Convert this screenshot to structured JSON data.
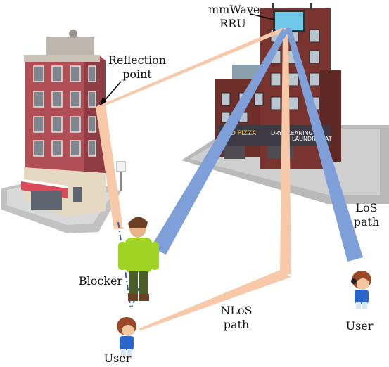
{
  "labels": {
    "rru_line1": "mmWave",
    "rru_line2": "RRU",
    "reflection_line1": "Reflection",
    "reflection_line2": "point",
    "los_line1": "LoS",
    "los_line2": "path",
    "nlos_line1": "NLoS",
    "nlos_line2": "path",
    "blocker": "Blocker",
    "user_left": "User",
    "user_right": "User"
  },
  "colors": {
    "los_beam": "#7f9fd8",
    "nlos_beam": "#f7c9a8",
    "brick": "#8c3b33",
    "brick_light": "#b9565a",
    "pavement": "#c9c9c9",
    "blocker_jacket": "#9fd424",
    "user_shirt": "#2a66c9"
  },
  "icons": [
    "rru-antenna-icon",
    "reflection-arrow-icon",
    "blocker-person-icon",
    "user-person-icon"
  ]
}
